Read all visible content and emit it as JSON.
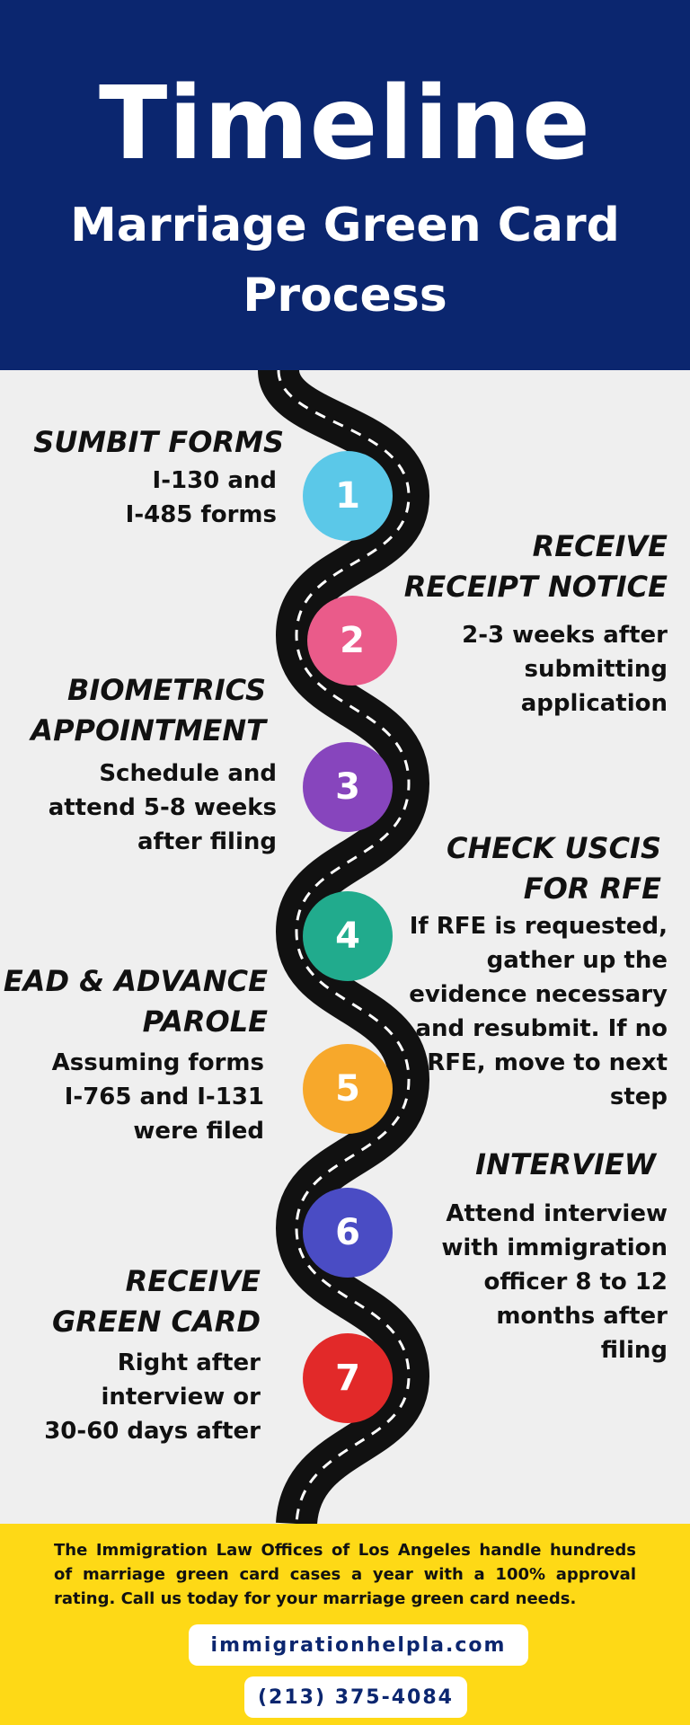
{
  "header": {
    "title": "Timeline",
    "subtitle_line1": "Marriage Green Card",
    "subtitle_line2": "Process"
  },
  "steps": [
    {
      "number": "1",
      "color": "#5bc8e8",
      "title": [
        "SUMBIT FORMS"
      ],
      "description": [
        "I-130 and",
        "I-485 forms"
      ]
    },
    {
      "number": "2",
      "color": "#ea5b8a",
      "title": [
        "RECEIVE",
        "RECEIPT NOTICE"
      ],
      "description": [
        "2-3 weeks after",
        "submitting",
        "application"
      ]
    },
    {
      "number": "3",
      "color": "#8745bd",
      "title": [
        "BIOMETRICS",
        "APPOINTMENT"
      ],
      "description": [
        "Schedule and",
        "attend 5-8 weeks",
        "after filing"
      ]
    },
    {
      "number": "4",
      "color": "#21ab8d",
      "title": [
        "CHECK USCIS",
        "FOR RFE"
      ],
      "description": [
        "If RFE is requested,",
        "gather up the",
        "evidence necessary",
        "and resubmit. If no",
        "RFE, move to next",
        "step"
      ]
    },
    {
      "number": "5",
      "color": "#f7a82b",
      "title": [
        "EAD & ADVANCE",
        "PAROLE"
      ],
      "description": [
        "Assuming forms",
        "I-765 and I-131",
        "were filed"
      ]
    },
    {
      "number": "6",
      "color": "#4a4cc4",
      "title": [
        "INTERVIEW"
      ],
      "description": [
        "Attend interview",
        "with immigration",
        "officer 8 to 12",
        "months after",
        "filing"
      ]
    },
    {
      "number": "7",
      "color": "#e22929",
      "title": [
        "RECEIVE",
        "GREEN CARD"
      ],
      "description": [
        "Right after",
        "interview or",
        "30-60 days after"
      ]
    }
  ],
  "footer": {
    "message": "The Immigration Law Offices of Los Angeles handle hundreds of marriage green card cases a year with a 100% approval rating. Call us today for your marriage green card needs.",
    "website": "immigrationhelpla.com",
    "phone": "(213) 375-4084"
  },
  "colors": {
    "header_bg": "#0b266f",
    "footer_bg": "#fed916",
    "body_bg": "#efefef",
    "road": "#111111"
  }
}
